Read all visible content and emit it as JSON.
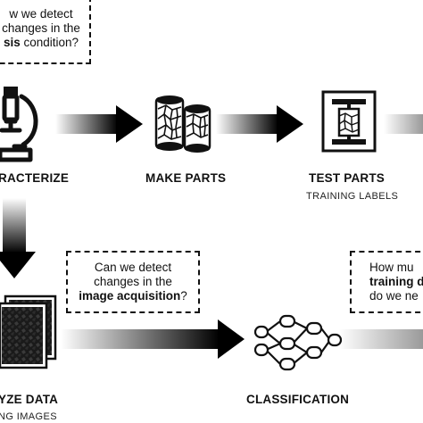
{
  "questions": {
    "top": {
      "pre": "",
      "line1": "w we detect",
      "line2": "changes in the",
      "bold": "sis",
      "post": " condition?"
    },
    "acquisition": {
      "line1": "Can we detect",
      "line2": "changes in the",
      "bold": "image acquisition",
      "post": "?"
    },
    "training": {
      "line1": "How mu",
      "bold": "training d",
      "line3": "do we ne"
    }
  },
  "steps": {
    "characterize": {
      "label": "RACTERIZE",
      "icon": "microscope-icon"
    },
    "make_parts": {
      "label": "MAKE PARTS",
      "icon": "cylinder-parts-icon"
    },
    "test_parts": {
      "label": "TEST PARTS",
      "sublabel": "TRAINING LABELS",
      "icon": "test-frame-icon"
    },
    "analyze_data": {
      "label": "YZE DATA",
      "sublabel": "NG IMAGES",
      "icon": "image-stack-icon"
    },
    "classification": {
      "label": "CLASSIFICATION",
      "icon": "neural-network-icon"
    }
  },
  "colors": {
    "ink": "#111111",
    "background": "#ffffff",
    "fade": "#e6e6e6"
  }
}
